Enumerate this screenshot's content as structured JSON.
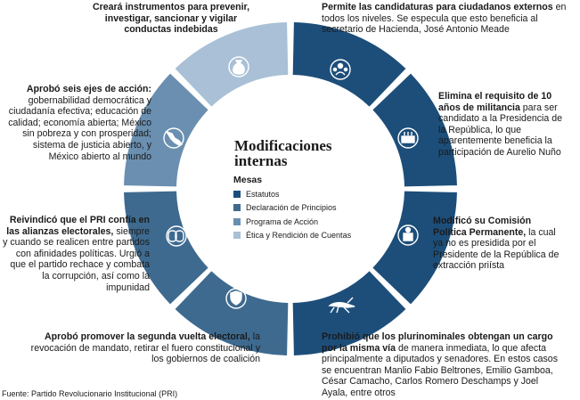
{
  "center": {
    "title_line1": "Modificaciones",
    "title_line2": "internas",
    "mesas_label": "Mesas"
  },
  "legend": [
    {
      "label": "Estatutos",
      "color": "#1d4e7a"
    },
    {
      "label": "Declaración de Principios",
      "color": "#3e6a8f"
    },
    {
      "label": "Programa de Acción",
      "color": "#6a8fb0"
    },
    {
      "label": "Ética y Rendición de Cuentas",
      "color": "#a9c0d6"
    }
  ],
  "segments": [
    {
      "name": "candidaturas",
      "color": "#1d4e7a",
      "icon": "people-icon"
    },
    {
      "name": "militancia",
      "color": "#1d4e7a",
      "icon": "cake-icon"
    },
    {
      "name": "comision",
      "color": "#1d4e7a",
      "icon": "podium-icon"
    },
    {
      "name": "plurinominales",
      "color": "#1d4e7a",
      "icon": "grasshopper-icon"
    },
    {
      "name": "segunda-vuelta",
      "color": "#3e6a8f",
      "icon": "shield-icon"
    },
    {
      "name": "alianzas",
      "color": "#3e6a8f",
      "icon": "chain-icon"
    },
    {
      "name": "ejes",
      "color": "#6a8fb0",
      "icon": "mexico-map-icon"
    },
    {
      "name": "instrumentos",
      "color": "#a9c0d6",
      "icon": "money-bag-icon"
    }
  ],
  "notes": {
    "top_left": {
      "bold": "Creará instrumentos para prevenir, investigar, sancionar y vigilar conductas indebidas"
    },
    "top_right": {
      "bold": "Permite las candidaturas para ciudadanos externos",
      "text": " en todos los niveles. Se especula que esto beneficia al secretario de Hacienda, José Antonio Meade"
    },
    "left_upper": {
      "bold": "Aprobó seis ejes de acción:",
      "text": " gobernabilidad democrática y ciudadanía efectiva; educación de calidad; economía abierta; México sin pobreza y con prosperidad; sistema de justicia abierto, y México abierto al mundo"
    },
    "right_upper": {
      "bold": "Elimina el requisito de 10 años de militancia",
      "text": " para ser candidato a la Presidencia de la República, lo que aparentemente beneficia la participación de Aurelio Nuño"
    },
    "left_lower": {
      "bold": "Reivindicó que el PRI confía en las alianzas electorales,",
      "text": " siempre y cuando se realicen entre partidos con afinidades políticas. Urgió a que el partido rechace y combata la corrupción, así como la impunidad"
    },
    "right_lower": {
      "bold": "Modificó su Comisión Política Permanente,",
      "text": " la cual ya no es presidida por el Presidente de la República de extracción priísta"
    },
    "bottom_left": {
      "bold": "Aprobó promover la segunda vuelta electoral,",
      "text": " la revocación de mandato, retirar el fuero constitucional y los gobiernos de coalición"
    },
    "bottom_right": {
      "bold": "Prohibió que los plurinominales obtengan un cargo por la misma vía",
      "text": " de manera inmediata, lo que afecta principalmente a diputados y senadores. En estos casos se encuentran Manlio Fabio Beltrones, Emilio Gamboa, César Camacho, Carlos Romero Deschamps y Joel Ayala, entre otros"
    }
  },
  "source": "Fuente: Partido Revolucionario Institucional (PRI)"
}
